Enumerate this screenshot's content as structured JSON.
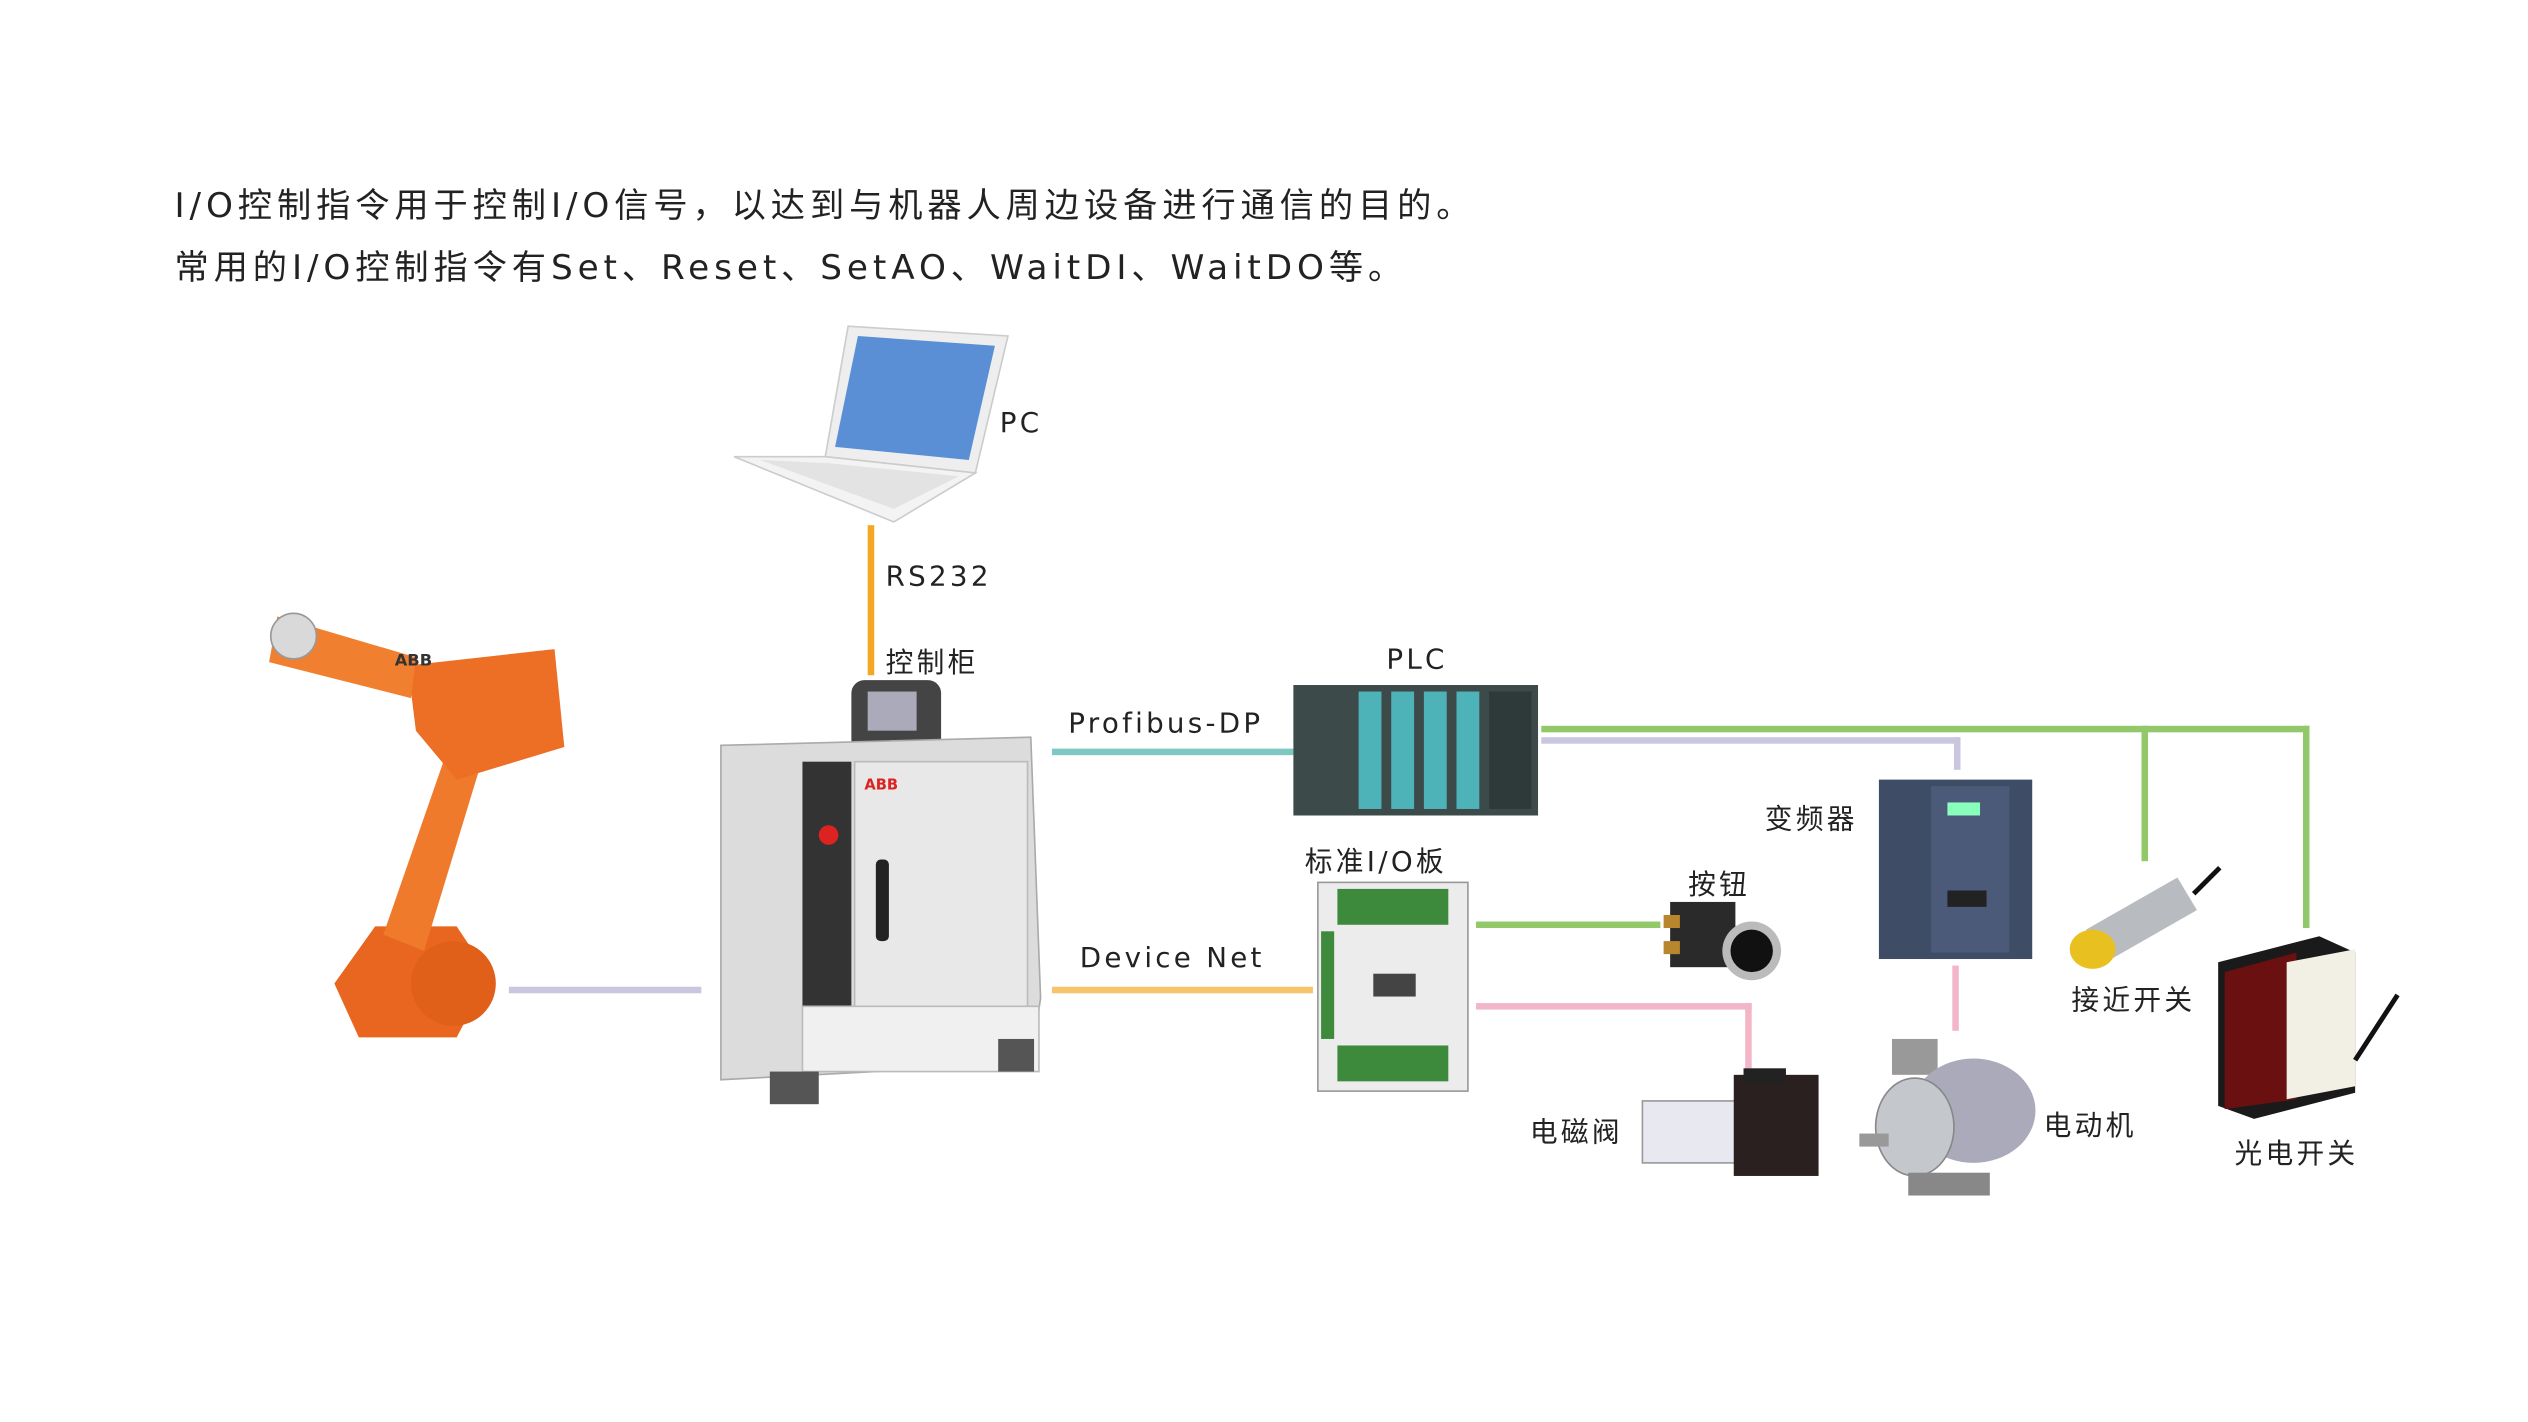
{
  "intro": {
    "line1": "I/O控制指令用于控制I/O信号，以达到与机器人周边设备进行通信的目的。",
    "line2": "常用的I/O控制指令有Set、Reset、SetAO、WaitDI、WaitDO等。"
  },
  "labels": {
    "pc": "PC",
    "rs232": "RS232",
    "cabinet": "控制柜",
    "profibus": "Profibus-DP",
    "plc": "PLC",
    "device_net": "Device Net",
    "io_board": "标准I/O板",
    "inverter": "变频器",
    "button": "按钮",
    "valve": "电磁阀",
    "motor": "电动机",
    "proximity": "接近开关",
    "photo": "光电开关"
  },
  "colors": {
    "rs232": "#f5a623",
    "profibus": "#7ec8c4",
    "device_net": "#f7c46c",
    "robot_link": "#c9c6e0",
    "green": "#93c86a",
    "lavender": "#c9c6e0",
    "pink": "#f2b6c8"
  }
}
